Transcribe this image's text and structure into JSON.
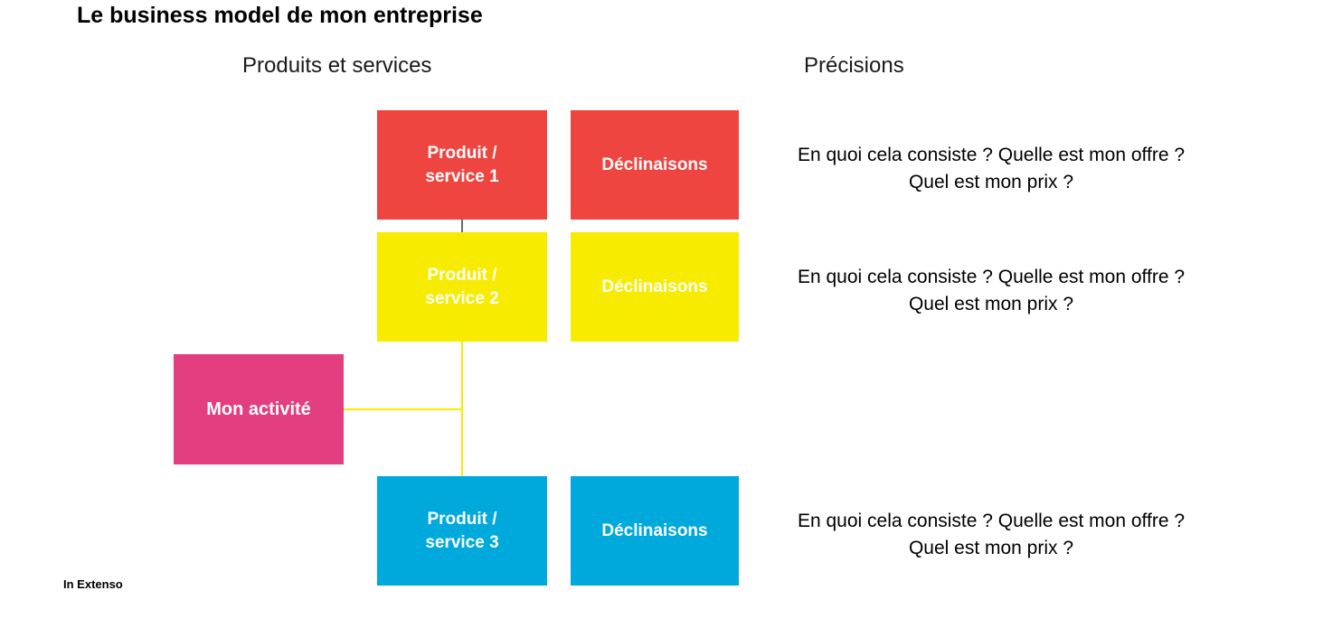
{
  "title": "Le business model de mon entreprise",
  "headers": {
    "products": "Produits et services",
    "precisions": "Précisions"
  },
  "activity": {
    "label": "Mon activité",
    "color": "#E23E80"
  },
  "rows": [
    {
      "product": "Produit /\nservice 1",
      "declinaisons": "Déclinaisons",
      "precision": "En quoi cela consiste ? Quelle est mon offre ?\nQuel est mon prix ?",
      "color": "#EE4540"
    },
    {
      "product": "Produit /\nservice 2",
      "declinaisons": "Déclinaisons",
      "precision": "En quoi cela consiste ? Quelle est mon offre ?\nQuel est mon prix ?",
      "color": "#F7EB00"
    },
    {
      "product": "Produit /\nservice 3",
      "declinaisons": "Déclinaisons",
      "precision": "En quoi cela consiste ? Quelle est mon offre ?\nQuel est mon prix ?",
      "color": "#00A9DC"
    }
  ],
  "connectors": {
    "gray_color": "#6B6B6B",
    "yellow_color": "#F7EB00"
  },
  "footer": {
    "logo": "In Extenso"
  }
}
